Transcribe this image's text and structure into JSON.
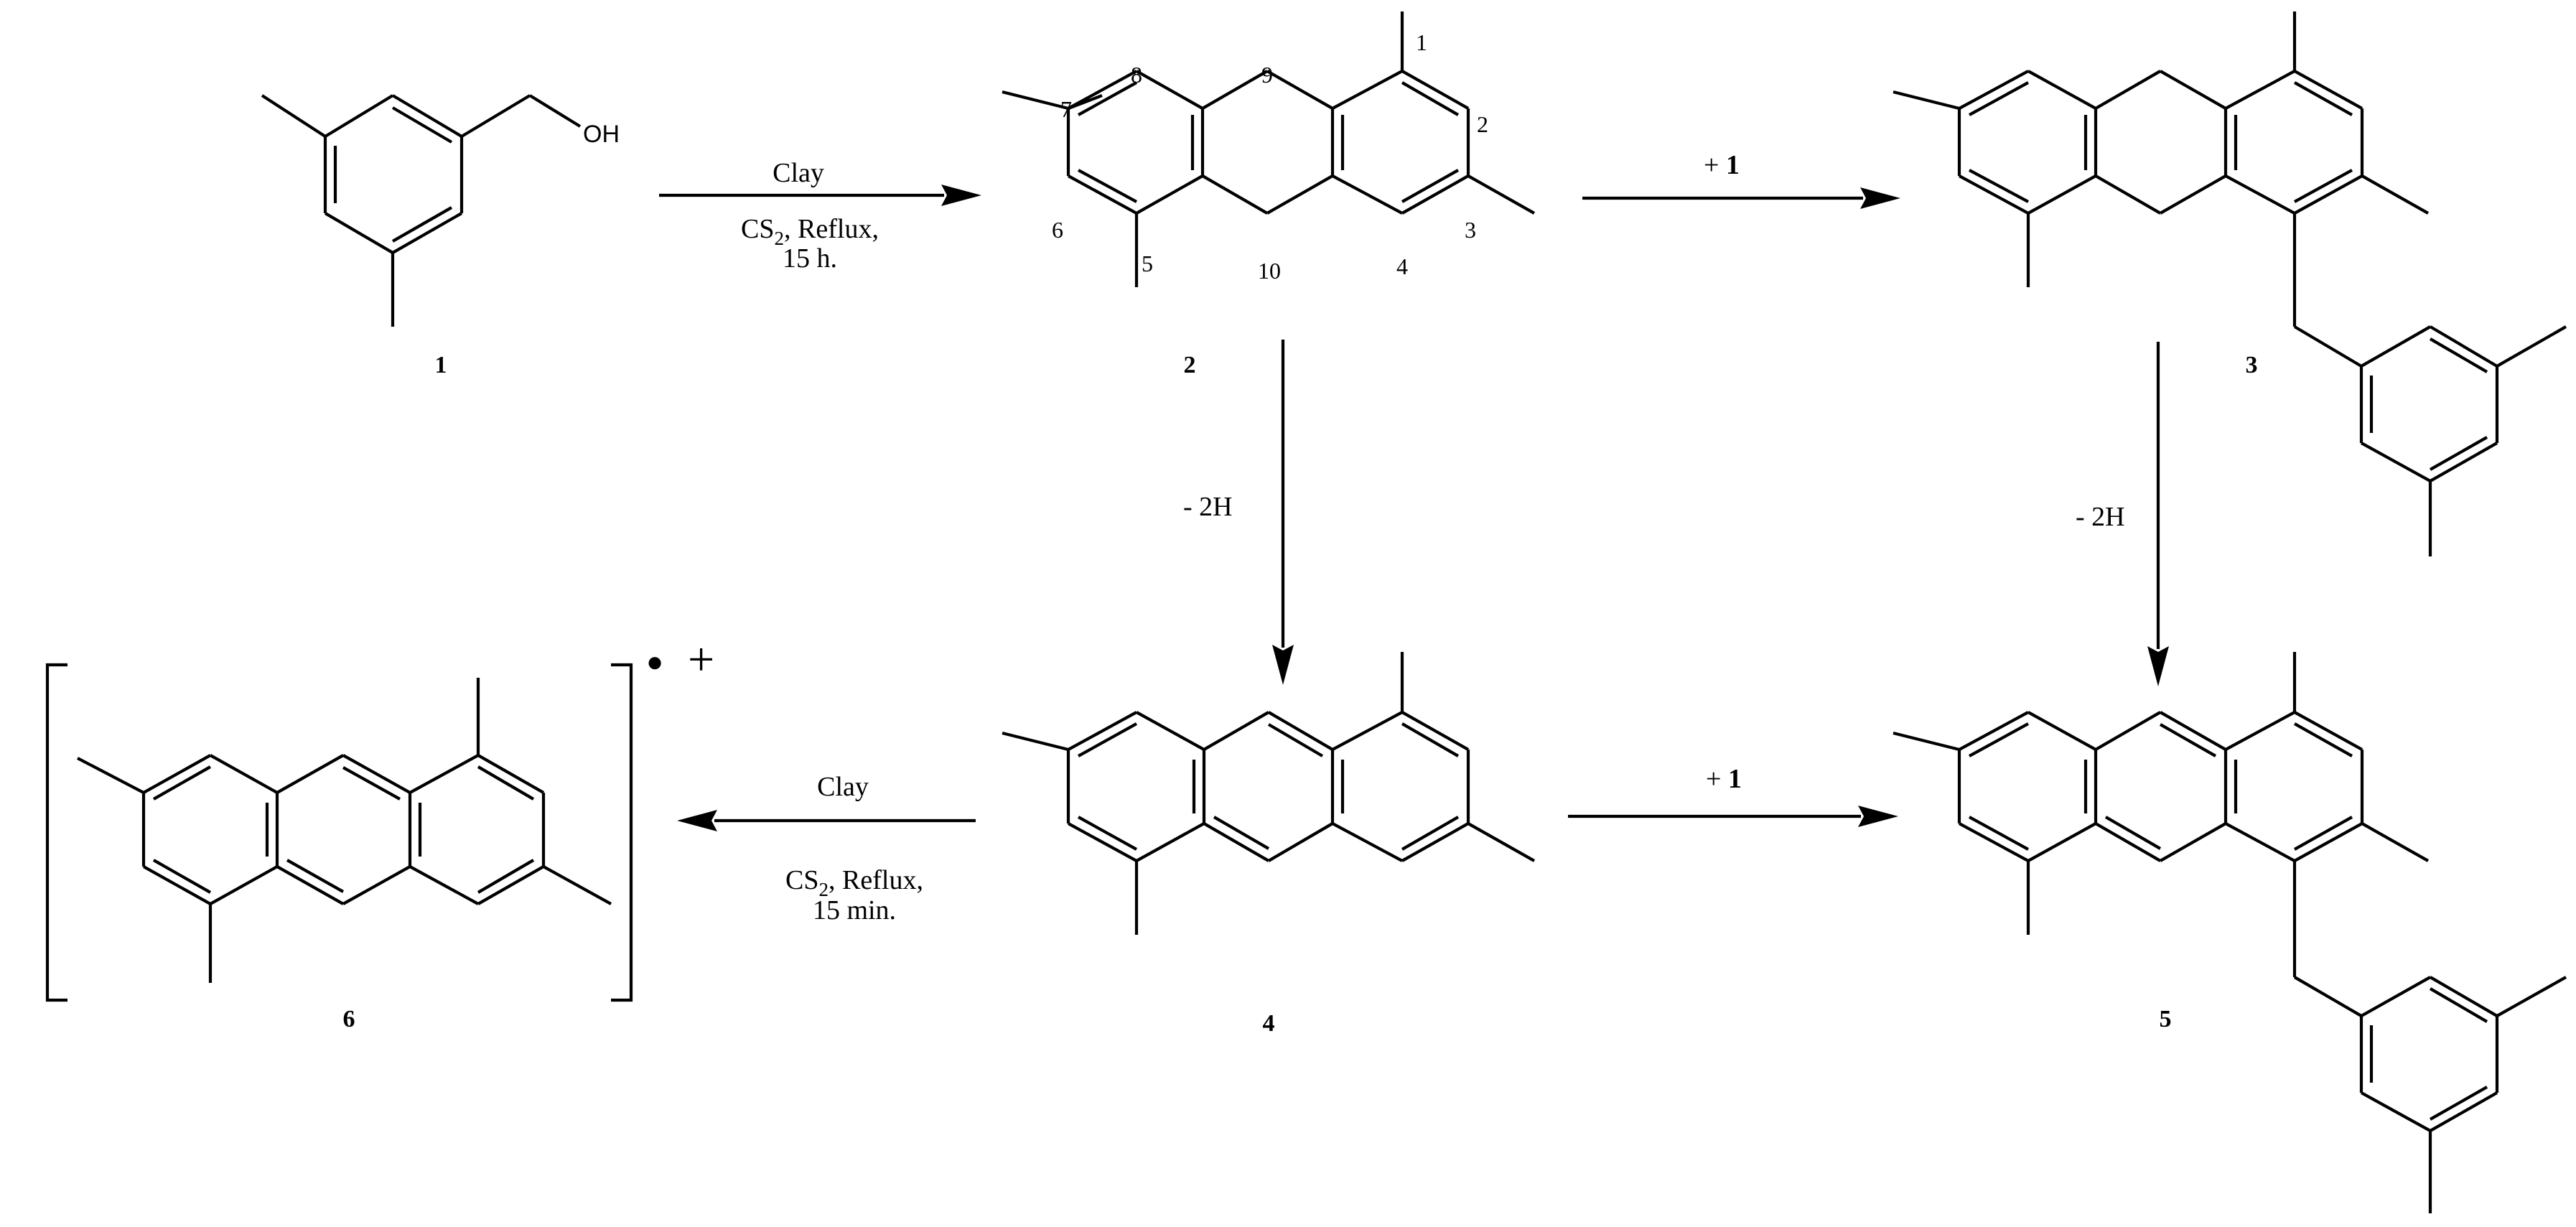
{
  "compounds": {
    "c1": "1",
    "c2": "2",
    "c3": "3",
    "c4": "4",
    "c5": "5",
    "c6": "6"
  },
  "hydroxyl_label": "OH",
  "radical_cation_dot": "●",
  "radical_cation_plus": "+",
  "atom_numbers": [
    "1",
    "2",
    "3",
    "4",
    "5",
    "6",
    "7",
    "8",
    "9",
    "10"
  ],
  "reactions": {
    "r1": {
      "top": "Clay",
      "line2_pre": "CS",
      "line2_sub": "2",
      "line2_post": ", Reflux,",
      "line3": "15 h."
    },
    "r2": {
      "plus": "+ ",
      "reagent": "1"
    },
    "r3": {
      "label": "- 2H"
    },
    "r4": {
      "label": "- 2H"
    },
    "r5": {
      "top": "Clay",
      "line2_pre": "CS",
      "line2_sub": "2",
      "line2_post": ", Reflux,",
      "line3": "15 min."
    },
    "r6": {
      "plus": "+ ",
      "reagent": "1"
    }
  }
}
